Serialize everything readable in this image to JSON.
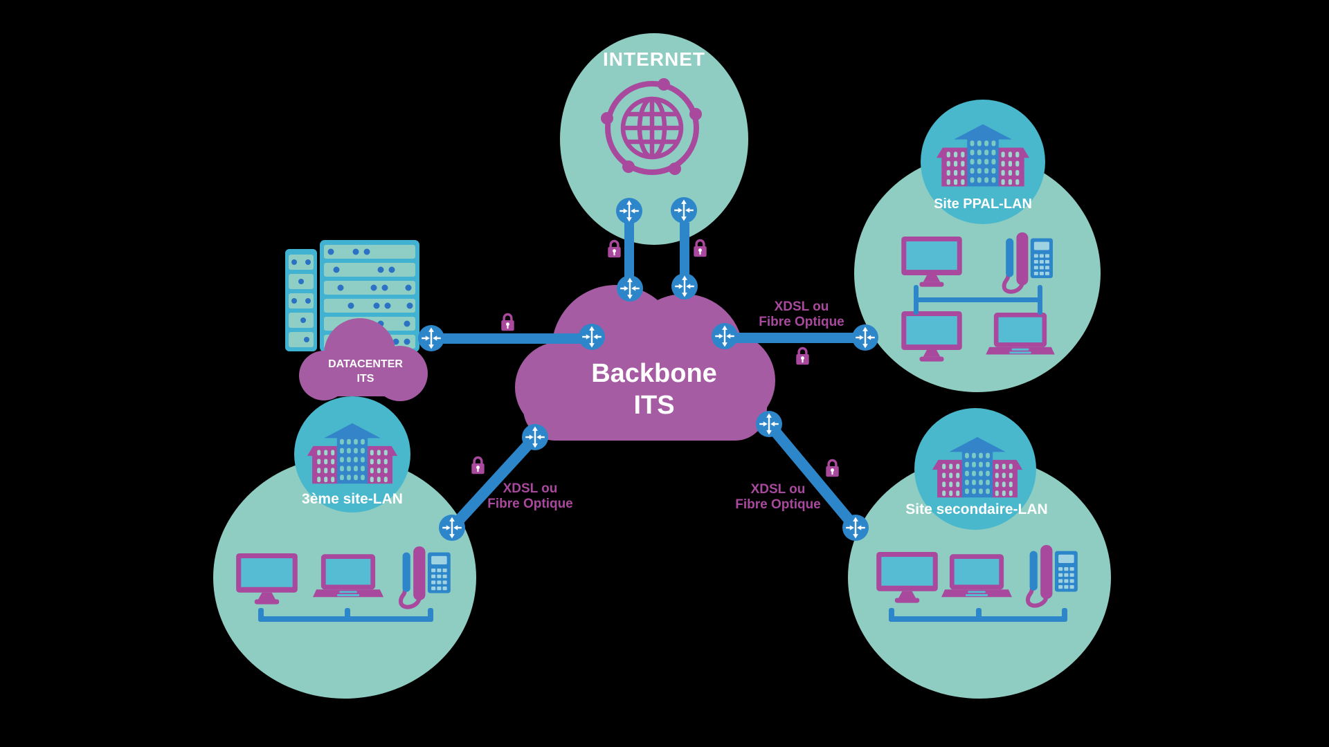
{
  "colors": {
    "background": "#000000",
    "teal_light": "#8FCDC3",
    "teal_bright": "#49B8CC",
    "link_blue": "#2E86CA",
    "tower_blue": "#3484CA",
    "screen_cyan": "#55BCD3",
    "purple": "#A8499E",
    "cloud_purple": "#A55CA2",
    "text_white": "#FFFFFF"
  },
  "nodes": {
    "internet": {
      "label": "INTERNET",
      "icon": "globe-network-icon"
    },
    "backbone": {
      "line1": "Backbone",
      "line2": "ITS",
      "icon": "cloud-icon"
    },
    "datacenter": {
      "line1": "DATACENTER",
      "line2": "ITS",
      "icon": "server-racks-icon"
    },
    "site_ppal": {
      "label": "Site PPAL-LAN",
      "icon": "building-icon",
      "devices": [
        "monitor",
        "desk-phone",
        "monitor",
        "laptop"
      ]
    },
    "site_troisieme": {
      "label": "3ème site-LAN",
      "icon": "building-icon",
      "devices": [
        "monitor",
        "laptop",
        "desk-phone"
      ]
    },
    "site_secondaire": {
      "label": "Site secondaire-LAN",
      "icon": "building-icon",
      "devices": [
        "monitor",
        "laptop",
        "desk-phone"
      ]
    }
  },
  "links": {
    "internet_backbone_left": {
      "icon": "padlock-icon"
    },
    "internet_backbone_right": {
      "icon": "padlock-icon"
    },
    "datacenter_backbone": {
      "icon": "padlock-icon"
    },
    "backbone_site_ppal": {
      "line1": "XDSL ou",
      "line2": "Fibre Optique",
      "icon": "padlock-icon"
    },
    "backbone_site_troisieme": {
      "line1": "XDSL ou",
      "line2": "Fibre Optique",
      "icon": "padlock-icon"
    },
    "backbone_site_secondaire": {
      "line1": "XDSL ou",
      "line2": "Fibre Optique",
      "icon": "padlock-icon"
    }
  }
}
